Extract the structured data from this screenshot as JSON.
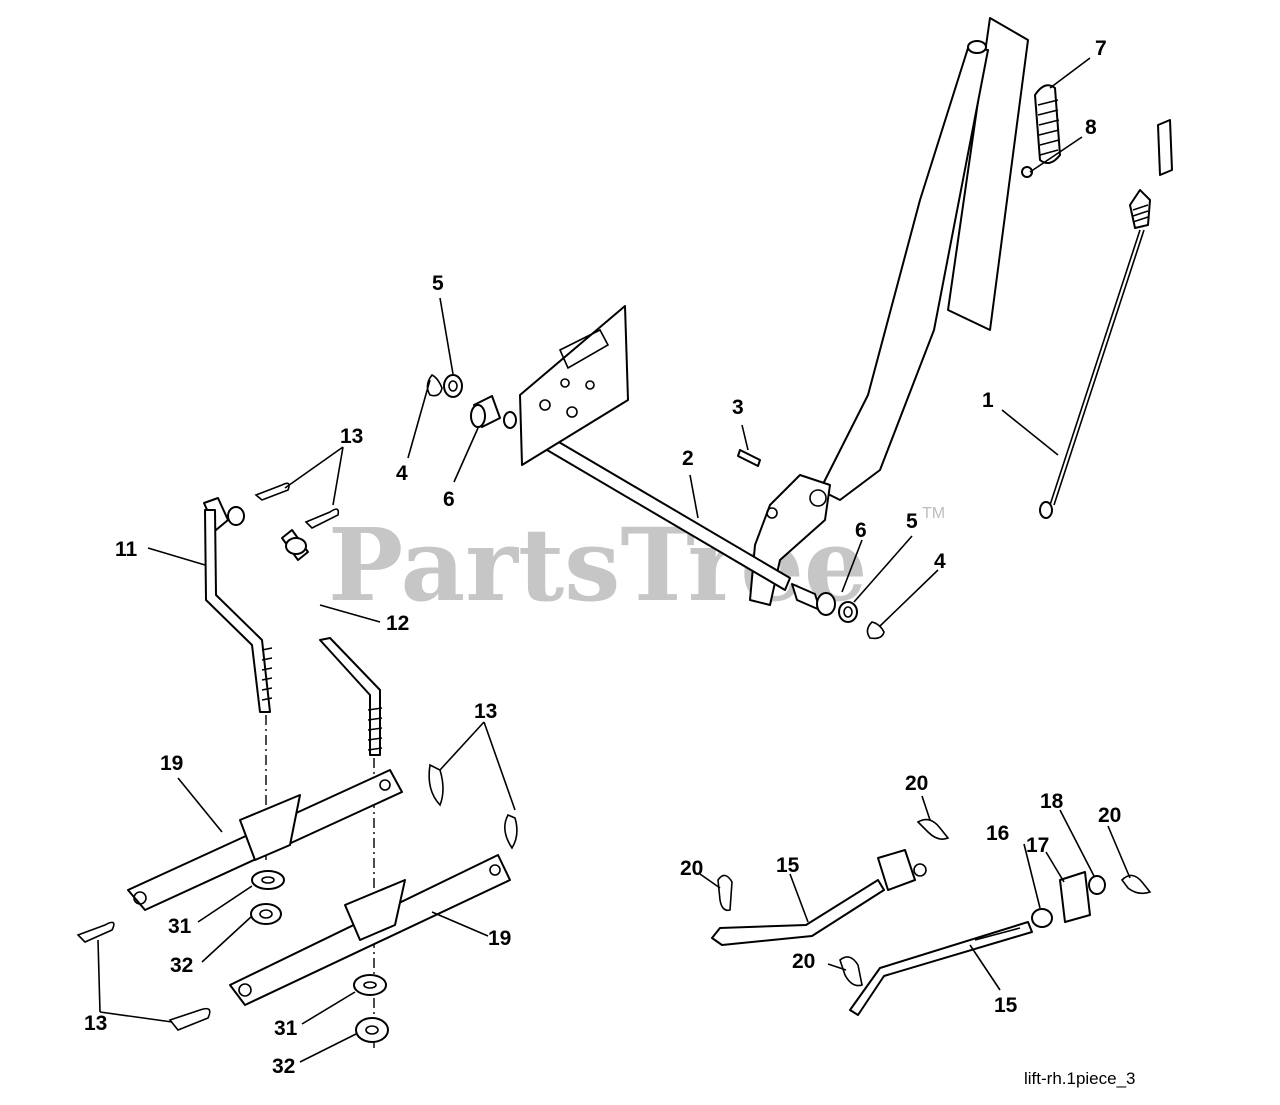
{
  "watermark": {
    "text": "PartsTree",
    "trademark": "TM"
  },
  "caption": "lift-rh.1piece_3",
  "callouts": {
    "c1": "1",
    "c2": "2",
    "c3": "3",
    "c4a": "4",
    "c4b": "4",
    "c5a": "5",
    "c5b": "5",
    "c6a": "6",
    "c6b": "6",
    "c7": "7",
    "c8": "8",
    "c11": "11",
    "c12": "12",
    "c13a": "13",
    "c13b": "13",
    "c13c": "13",
    "c15a": "15",
    "c15b": "15",
    "c16": "16",
    "c17": "17",
    "c18": "18",
    "c19a": "19",
    "c19b": "19",
    "c20a": "20",
    "c20b": "20",
    "c20c": "20",
    "c20d": "20",
    "c31a": "31",
    "c31b": "31",
    "c32a": "32",
    "c32b": "32"
  }
}
